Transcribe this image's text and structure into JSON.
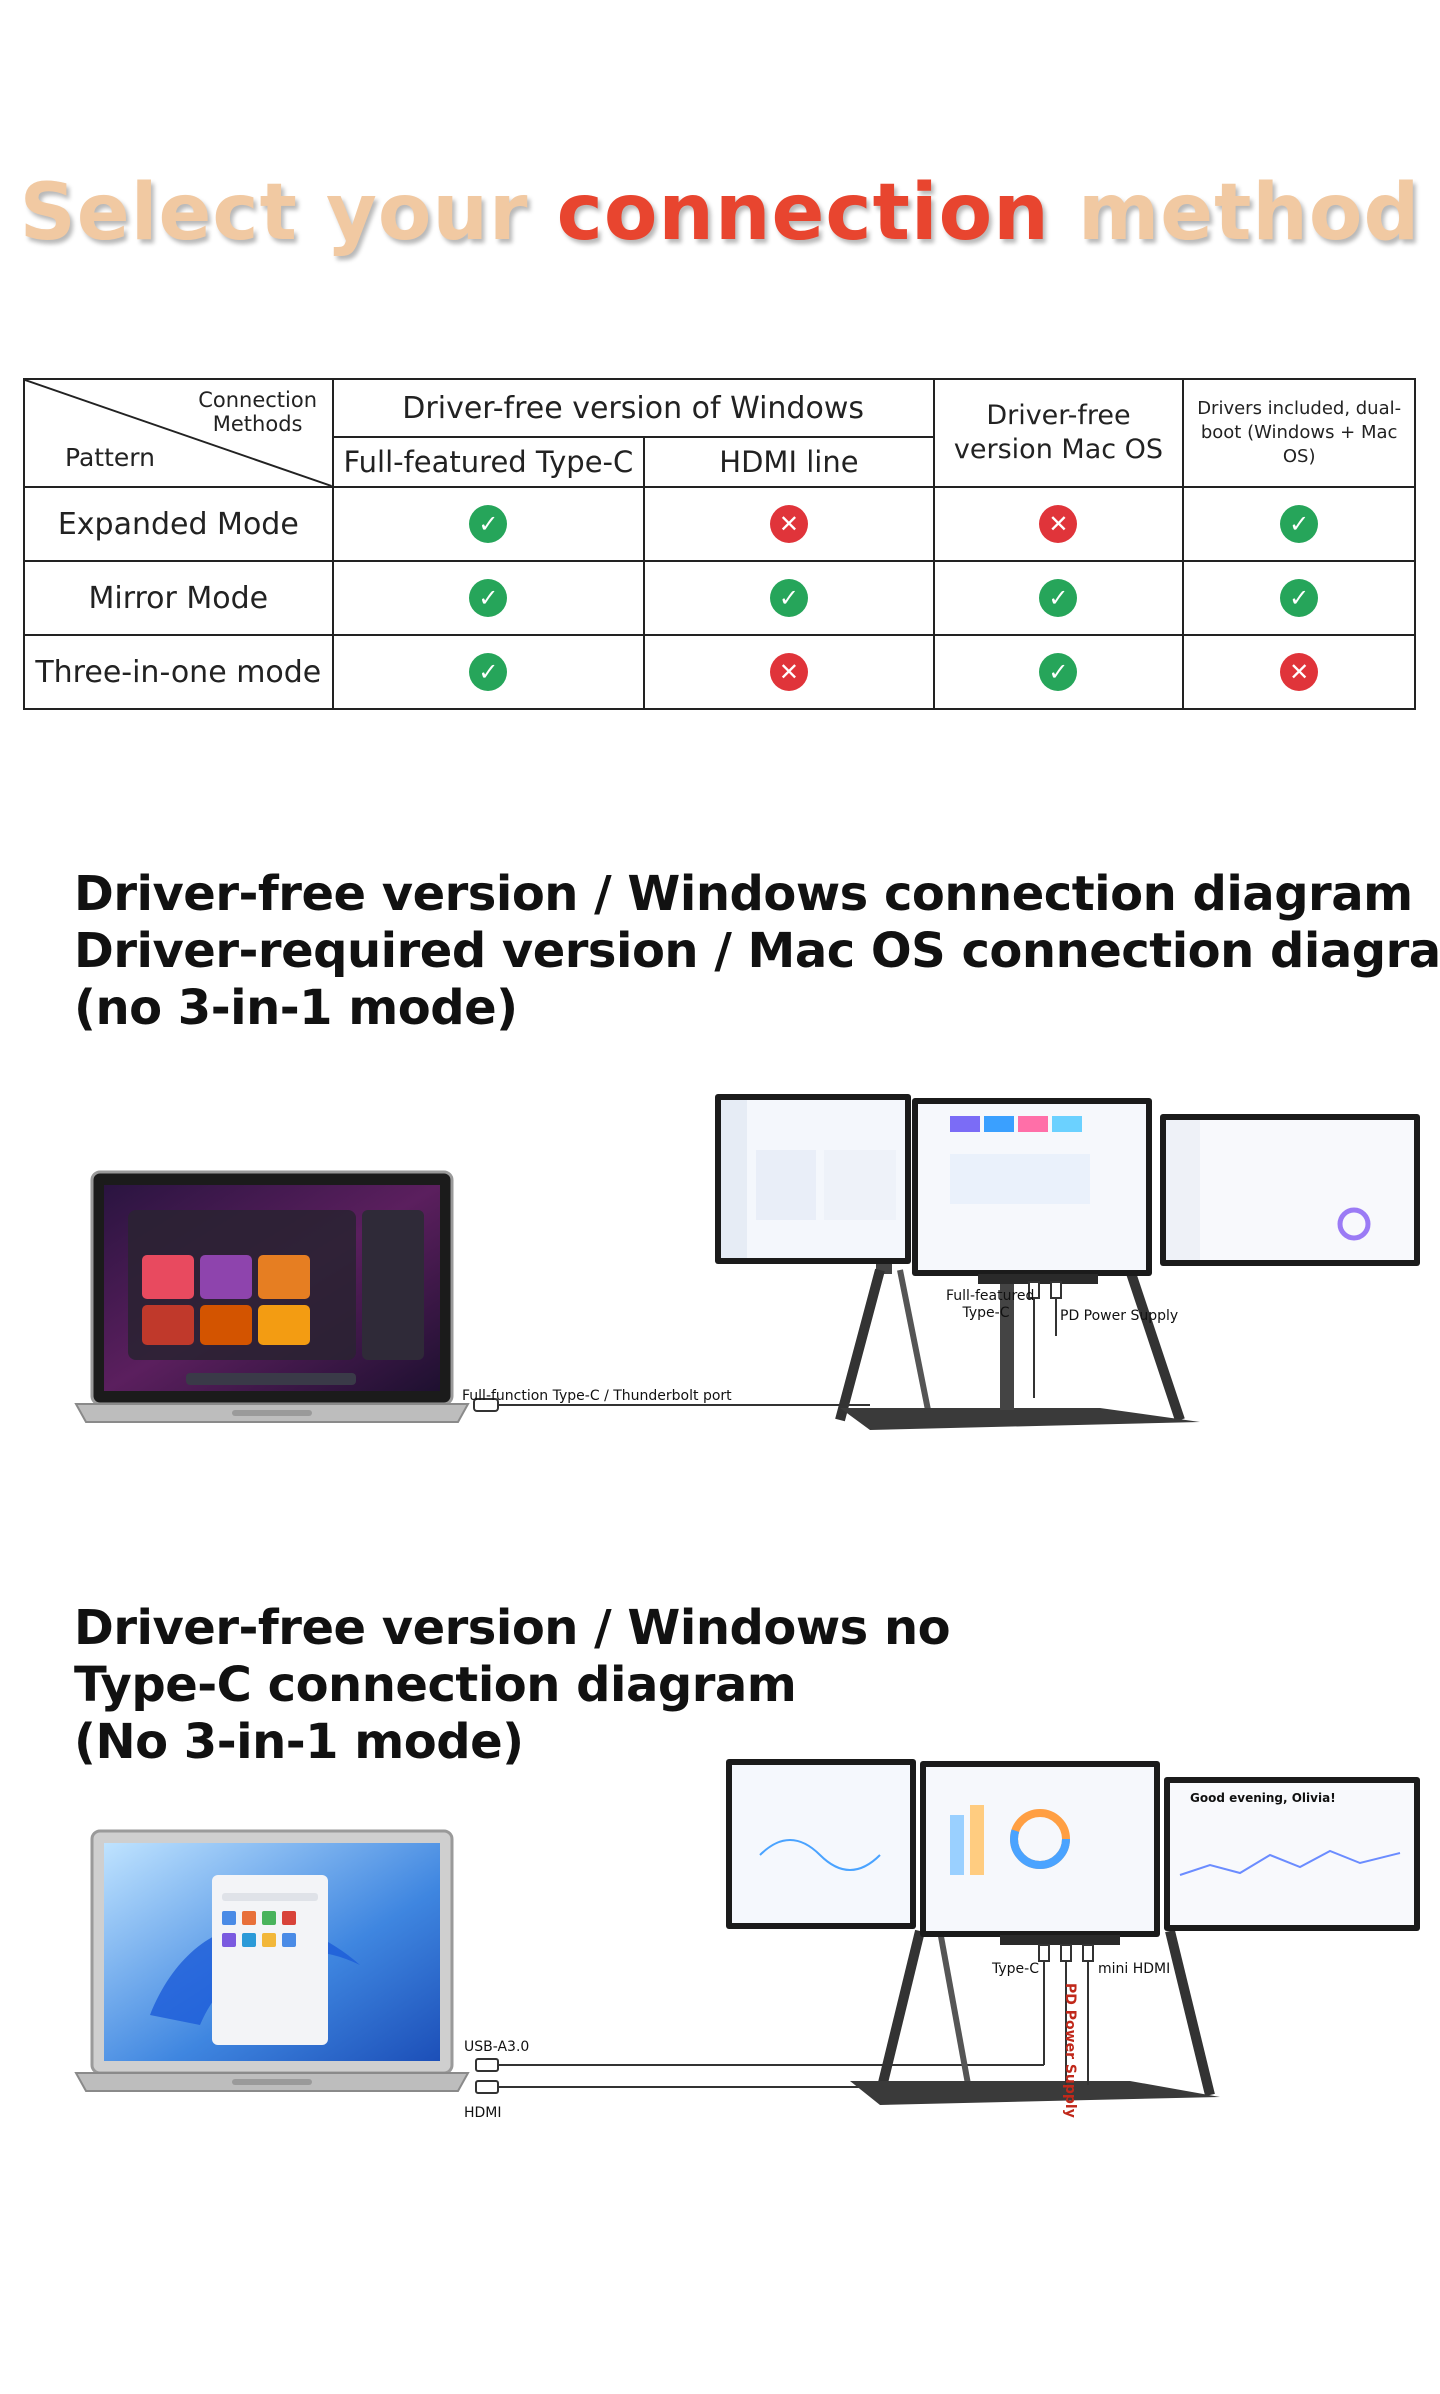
{
  "hero": {
    "title_part1": "Select your",
    "title_part2": "connection",
    "title_part3": "method",
    "colors": {
      "light": "#f1c9a2",
      "accent": "#e8452f"
    }
  },
  "table": {
    "corner_top": "Connection Methods",
    "corner_bottom": "Pattern",
    "group_windows": "Driver-free version of Windows",
    "col_typec": "Full-featured Type-C",
    "col_hdmi": "HDMI line",
    "col_mac": "Driver-free version Mac OS",
    "col_drivers": "Drivers included, dual-boot (Windows + Mac OS)",
    "rows": [
      {
        "label": "Expanded Mode",
        "marks": [
          "yes",
          "no",
          "no",
          "yes"
        ]
      },
      {
        "label": "Mirror Mode",
        "marks": [
          "yes",
          "yes",
          "yes",
          "yes"
        ]
      },
      {
        "label": "Three-in-one mode",
        "marks": [
          "yes",
          "no",
          "yes",
          "no"
        ]
      }
    ],
    "icons": {
      "yes": "check-circle-icon",
      "no": "cross-circle-icon"
    },
    "colors": {
      "yes": "#26a55a",
      "no": "#e0343a"
    }
  },
  "section1": {
    "line1": "Driver-free version / Windows connection diagram",
    "line2": "Driver-required version / Mac OS connection diagram",
    "line3": "(no 3-in-1 mode)",
    "labels": {
      "port": "Full-function Type-C / Thunderbolt port",
      "typec_line1": "Full-featured",
      "typec_line2": "Type-C",
      "pd": "PD Power Supply"
    }
  },
  "section2": {
    "line1": "Driver-free version / Windows no",
    "line2": "Type-C connection diagram",
    "line3": "(No 3-in-1 mode)",
    "labels": {
      "usb": "USB-A3.0",
      "hdmi": "HDMI",
      "typec": "Type-C",
      "mini_hdmi": "mini HDMI",
      "pd": "PD Power Supply",
      "screen_greeting": "Good evening, Olivia!"
    }
  }
}
